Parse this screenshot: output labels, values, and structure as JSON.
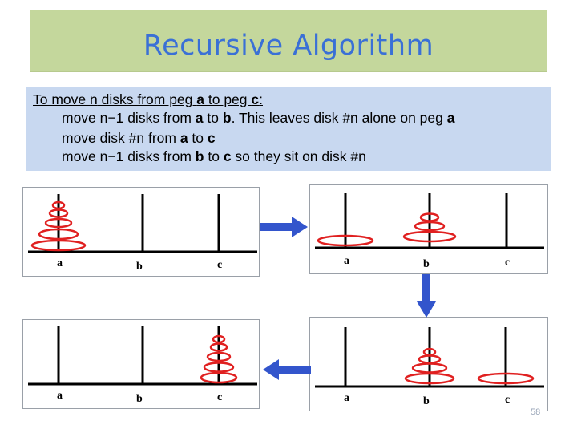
{
  "title": "Recursive Algorithm",
  "steps": {
    "intro": {
      "prefix": "To move ",
      "n": "n",
      "mid": " disks from peg ",
      "peg_from": "a",
      "to": " to peg ",
      "peg_to": "c",
      "suffix": ":"
    },
    "step1": {
      "part1": "move n−1 disks from ",
      "a": "a",
      "to": " to ",
      "b": "b",
      "rest": ". This leaves disk #n alone on peg ",
      "a2": "a"
    },
    "step2": {
      "part1": "move disk #n from ",
      "a": "a",
      "to": " to ",
      "c": "c"
    },
    "step3": {
      "part1": "move n−1 disks from ",
      "b": "b",
      "to": " to ",
      "c": "c",
      "rest": " so they sit on disk #n"
    }
  },
  "peg_labels": [
    "a",
    "b",
    "c"
  ],
  "page_number": "58",
  "colors": {
    "title_bg": "#c4d79c",
    "title_text": "#3a70d6",
    "text_bg": "#c8d8f0",
    "disk": "#e02020",
    "arrow": "#3355cc"
  }
}
